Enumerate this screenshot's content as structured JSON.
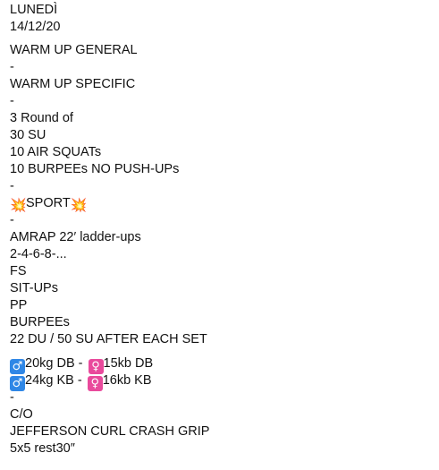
{
  "post": {
    "day": "LUNEDÌ",
    "date": "14/12/20",
    "warmup_general": "WARM UP GENERAL",
    "sep1": "-",
    "warmup_specific": "WARM UP SPECIFIC",
    "sep2": "-",
    "rounds": "3 Round of",
    "su": "30 SU",
    "air_squats": "10 AIR SQUATs",
    "burpees_no_pushups": "10 BURPEEs NO PUSH-UPs",
    "sep3": "-",
    "sport": "SPORT",
    "sep4": "-",
    "amrap": "AMRAP 22′ ladder-ups",
    "ladder": "2-4-6-8-...",
    "fs": "FS",
    "situps": "SIT-UPs",
    "pp": "PP",
    "burpees": "BURPEEs",
    "du_su": "22 DU / 50 SU AFTER EACH SET",
    "db_male": "20kg DB - ",
    "db_female": "15kb DB",
    "kb_male": "24kg KB - ",
    "kb_female": "16kb KB",
    "sep5": "-",
    "co": "C/O",
    "jefferson": "JEFFERSON CURL CRASH GRIP",
    "sets": "5x5 rest30″"
  },
  "icons": {
    "burst": "collision-emoji",
    "male": "male-sign-emoji",
    "female": "female-sign-emoji"
  },
  "colors": {
    "text": "#111111",
    "male": "#2f87e6",
    "female": "#e94a9c",
    "burst": "#ff5a1f"
  }
}
